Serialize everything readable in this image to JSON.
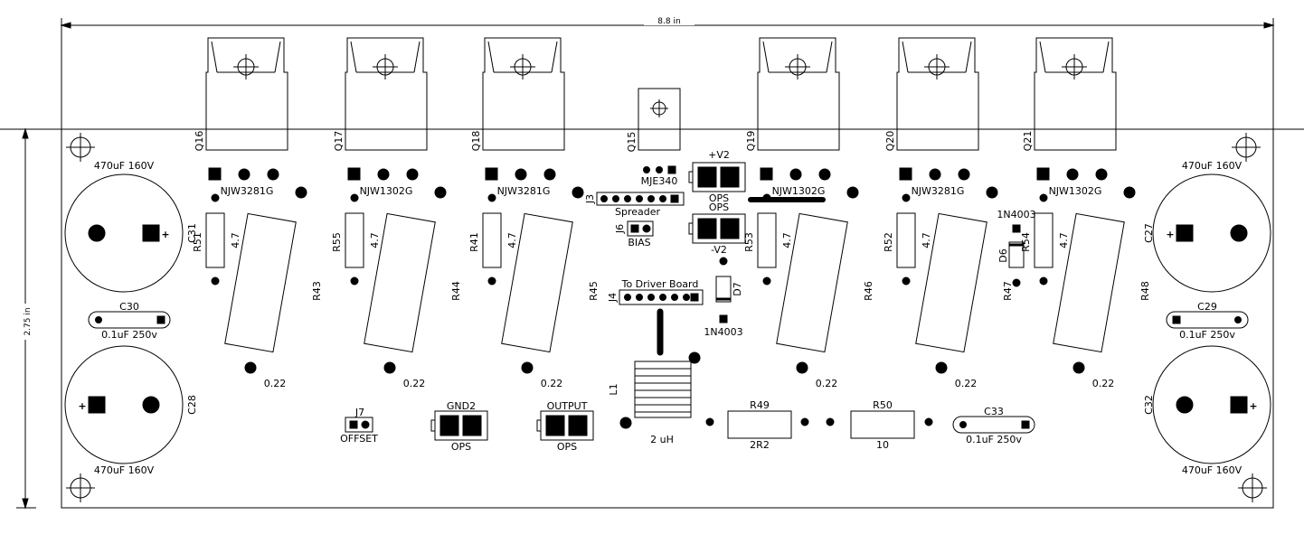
{
  "dimensions": {
    "width_label": "8.8 in",
    "height_label": "2.75 in"
  },
  "transistors": [
    {
      "ref": "Q16",
      "part": "NJW3281G",
      "emitter": "R51",
      "emitter_value": "4.7",
      "power": "R43",
      "power_value": "0.22"
    },
    {
      "ref": "Q17",
      "part": "NJW1302G",
      "emitter": "R55",
      "emitter_value": "4.7",
      "power": "R44",
      "power_value": "0.22"
    },
    {
      "ref": "Q18",
      "part": "NJW3281G",
      "emitter": "R41",
      "emitter_value": "4.7",
      "power": "R45",
      "power_value": "0.22"
    },
    {
      "ref": "Q19",
      "part": "NJW1302G",
      "emitter": "R53",
      "emitter_value": "4.7",
      "power": "R46",
      "power_value": "0.22"
    },
    {
      "ref": "Q20",
      "part": "NJW3281G",
      "emitter": "R52",
      "emitter_value": "4.7",
      "power": "R47",
      "power_value": "0.22"
    },
    {
      "ref": "Q21",
      "part": "NJW1302G",
      "emitter": "R54",
      "emitter_value": "4.7",
      "power": "R48",
      "power_value": "0.22"
    }
  ],
  "bias_transistor": {
    "ref": "Q15",
    "part": "MJE340"
  },
  "electrolytic_caps": [
    {
      "ref": "C31",
      "value": "470uF 160V"
    },
    {
      "ref": "C28",
      "value": "470uF 160V"
    },
    {
      "ref": "C27",
      "value": "470uF 160V"
    },
    {
      "ref": "C32",
      "value": "470uF 160V"
    }
  ],
  "film_caps": [
    {
      "ref": "C30",
      "value": "0.1uF 250v"
    },
    {
      "ref": "C29",
      "value": "0.1uF 250v"
    },
    {
      "ref": "C33",
      "value": "0.1uF 250v"
    }
  ],
  "connectors": {
    "j3": {
      "ref": "J3",
      "label": "Spreader"
    },
    "j6": {
      "ref": "J6",
      "label": "BIAS"
    },
    "j4": {
      "ref": "J4",
      "label": "To Driver Board"
    },
    "j7": {
      "ref": "J7",
      "label": "OFFSET"
    },
    "pos_supply": {
      "name": "+V2",
      "label": "OPS"
    },
    "neg_supply": {
      "name": "-V2",
      "label": "OPS"
    },
    "gnd": {
      "name": "GND2",
      "label": "OPS"
    },
    "output": {
      "name": "OUTPUT",
      "label": "OPS"
    }
  },
  "diodes": [
    {
      "ref": "D7",
      "part": "1N4003"
    },
    {
      "ref": "D6",
      "part": "1N4003"
    }
  ],
  "inductor": {
    "ref": "L1",
    "value": "2 uH"
  },
  "output_resistors": [
    {
      "ref": "R49",
      "value": "2R2"
    },
    {
      "ref": "R50",
      "value": "10"
    }
  ]
}
